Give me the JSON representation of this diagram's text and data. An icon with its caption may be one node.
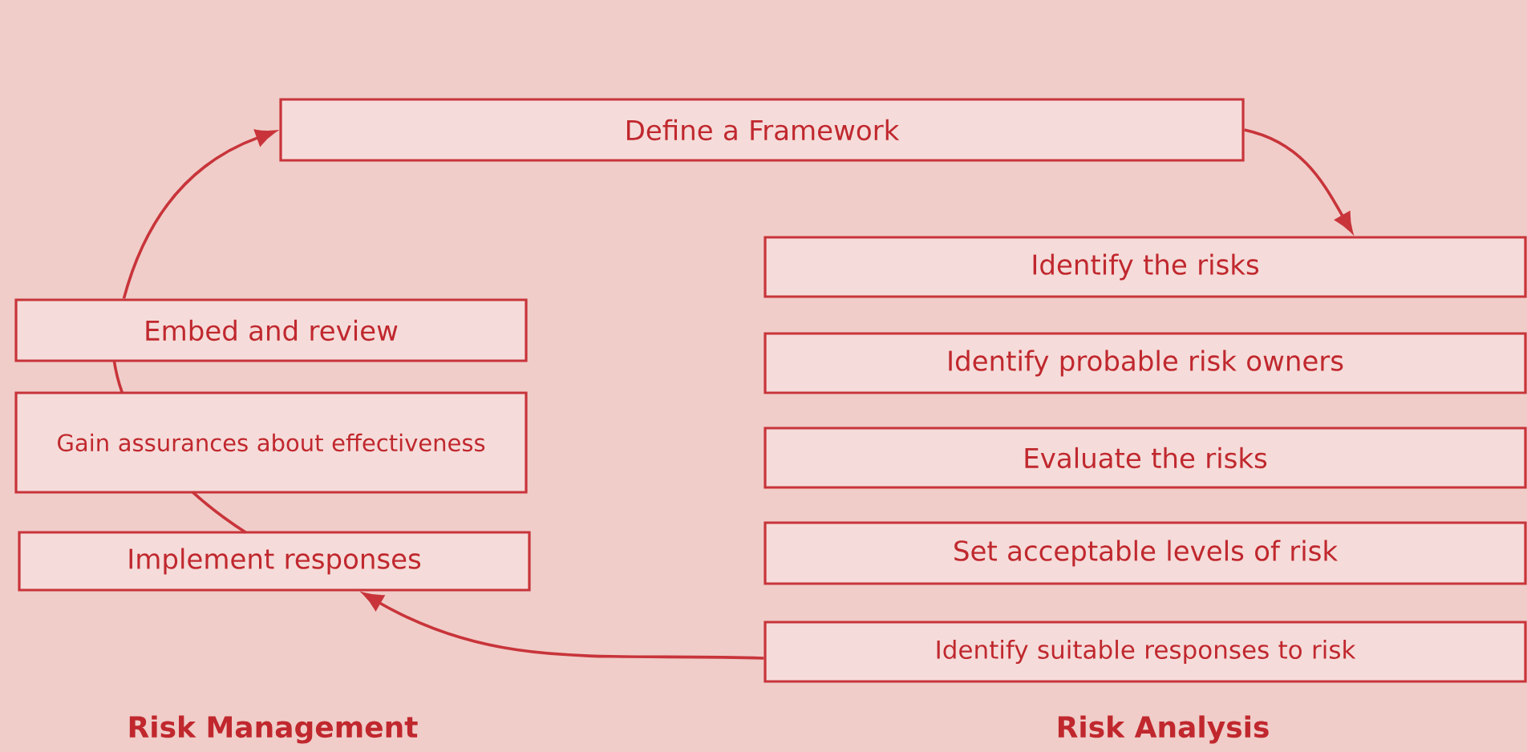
{
  "diagram": {
    "nodes": [
      {
        "text": [
          "Define a Framework"
        ]
      },
      {
        "text": [
          "Embed and review"
        ]
      },
      {
        "text": [
          "Gain assurances about effectiveness"
        ]
      },
      {
        "text": [
          "Implement responses"
        ]
      },
      {
        "text": [
          "Identify the risks"
        ]
      },
      {
        "text": [
          "Identify probable risk owners"
        ]
      },
      {
        "text": [
          "Evaluate the risks"
        ]
      },
      {
        "text": [
          "Set acceptable levels of risk"
        ]
      },
      {
        "text": [
          "Identify suitable responses to risk"
        ]
      }
    ],
    "edges": [
      {
        "from": 1,
        "to": 0,
        "arrow": "to"
      },
      {
        "from": 0,
        "to": 4,
        "arrow": "to"
      },
      {
        "from": 8,
        "to": 3,
        "arrow": "to"
      },
      {
        "from": 3,
        "to": 2,
        "arrow": "none"
      },
      {
        "from": 2,
        "to": 1,
        "arrow": "none"
      }
    ],
    "labels": [
      "Risk Management",
      "Risk Analysis"
    ]
  }
}
